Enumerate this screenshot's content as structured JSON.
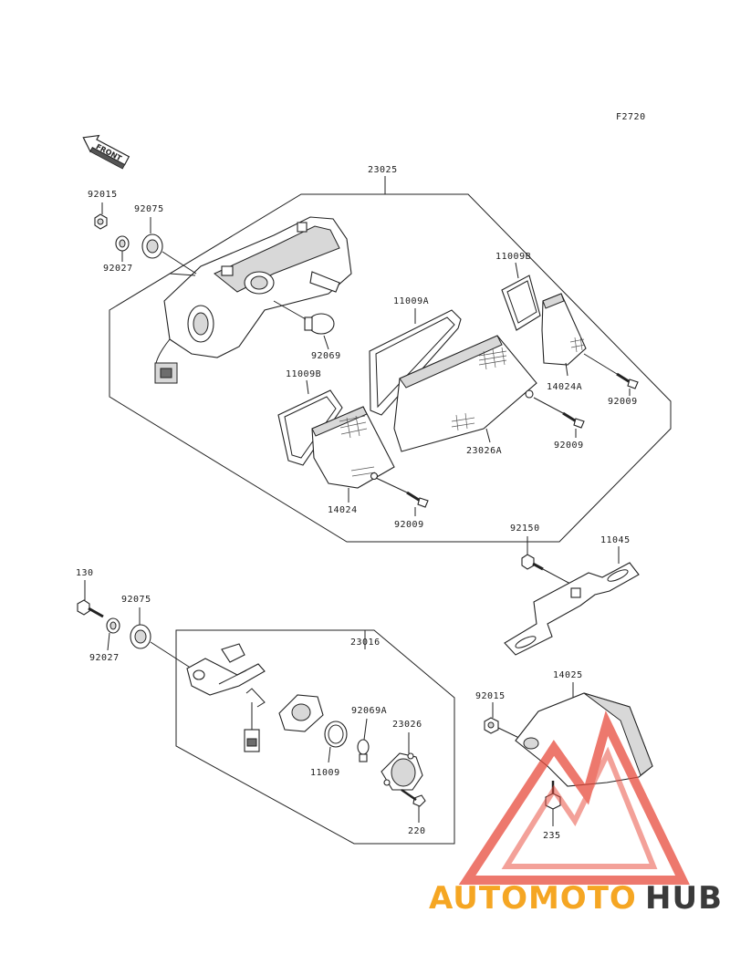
{
  "figure_code": "F2720",
  "front_label": "FRONT",
  "labels": {
    "p23025": "23025",
    "p92015a": "92015",
    "p92075a": "92075",
    "p92027a": "92027",
    "p92069": "92069",
    "p11009A": "11009A",
    "p11009Ba": "11009B",
    "p11009Bb": "11009B",
    "p14024A": "14024A",
    "p92009a": "92009",
    "p92009b": "92009",
    "p92009c": "92009",
    "p23026A": "23026A",
    "p14024": "14024",
    "p130": "130",
    "p92075b": "92075",
    "p92027b": "92027",
    "p23016": "23016",
    "p92069A": "92069A",
    "p23026": "23026",
    "p11009": "11009",
    "p220": "220",
    "p92150": "92150",
    "p11045": "11045",
    "p14025": "14025",
    "p92015b": "92015",
    "p235": "235"
  },
  "watermark": {
    "part1": "AUTOMOTO",
    "part2": "HUB",
    "color1": "#f5a623",
    "color2": "#3a3a3a",
    "logo_color": "#e84c3d"
  }
}
